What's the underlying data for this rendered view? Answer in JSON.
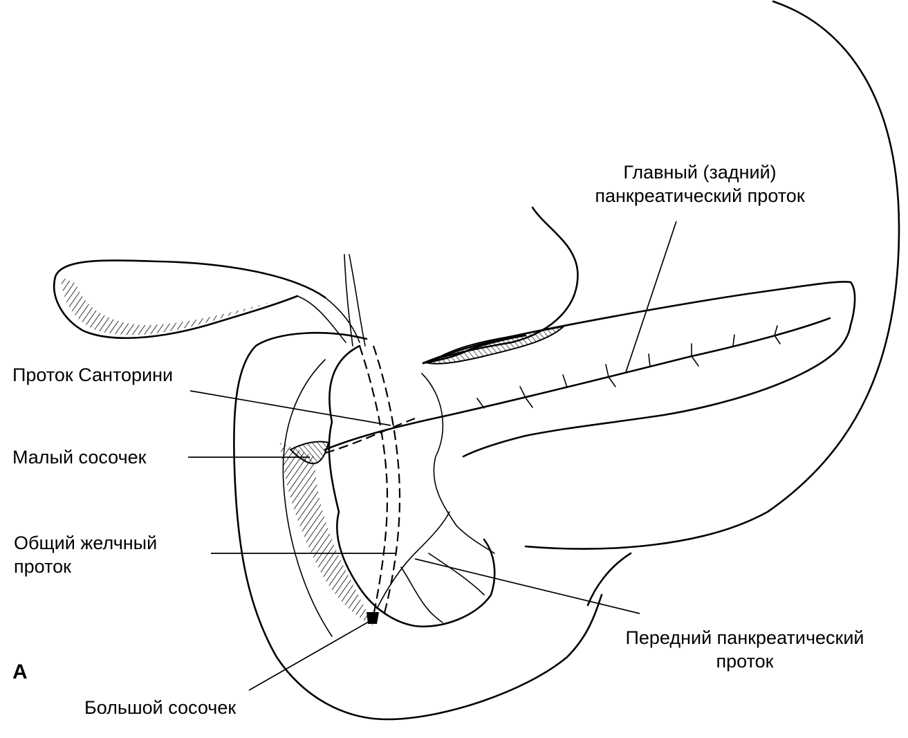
{
  "panel_letter": "A",
  "labels": {
    "main_duct_line1": "Главный (задний)",
    "main_duct_line2": "панкреатический проток",
    "santorini_duct": "Проток Санторини",
    "minor_papilla": "Малый сосочек",
    "common_bile_duct_line1": "Общий желчный",
    "common_bile_duct_line2": "проток",
    "anterior_duct_line1": "Передний панкреатический",
    "anterior_duct_line2": "проток",
    "major_papilla": "Большой сосочек"
  }
}
